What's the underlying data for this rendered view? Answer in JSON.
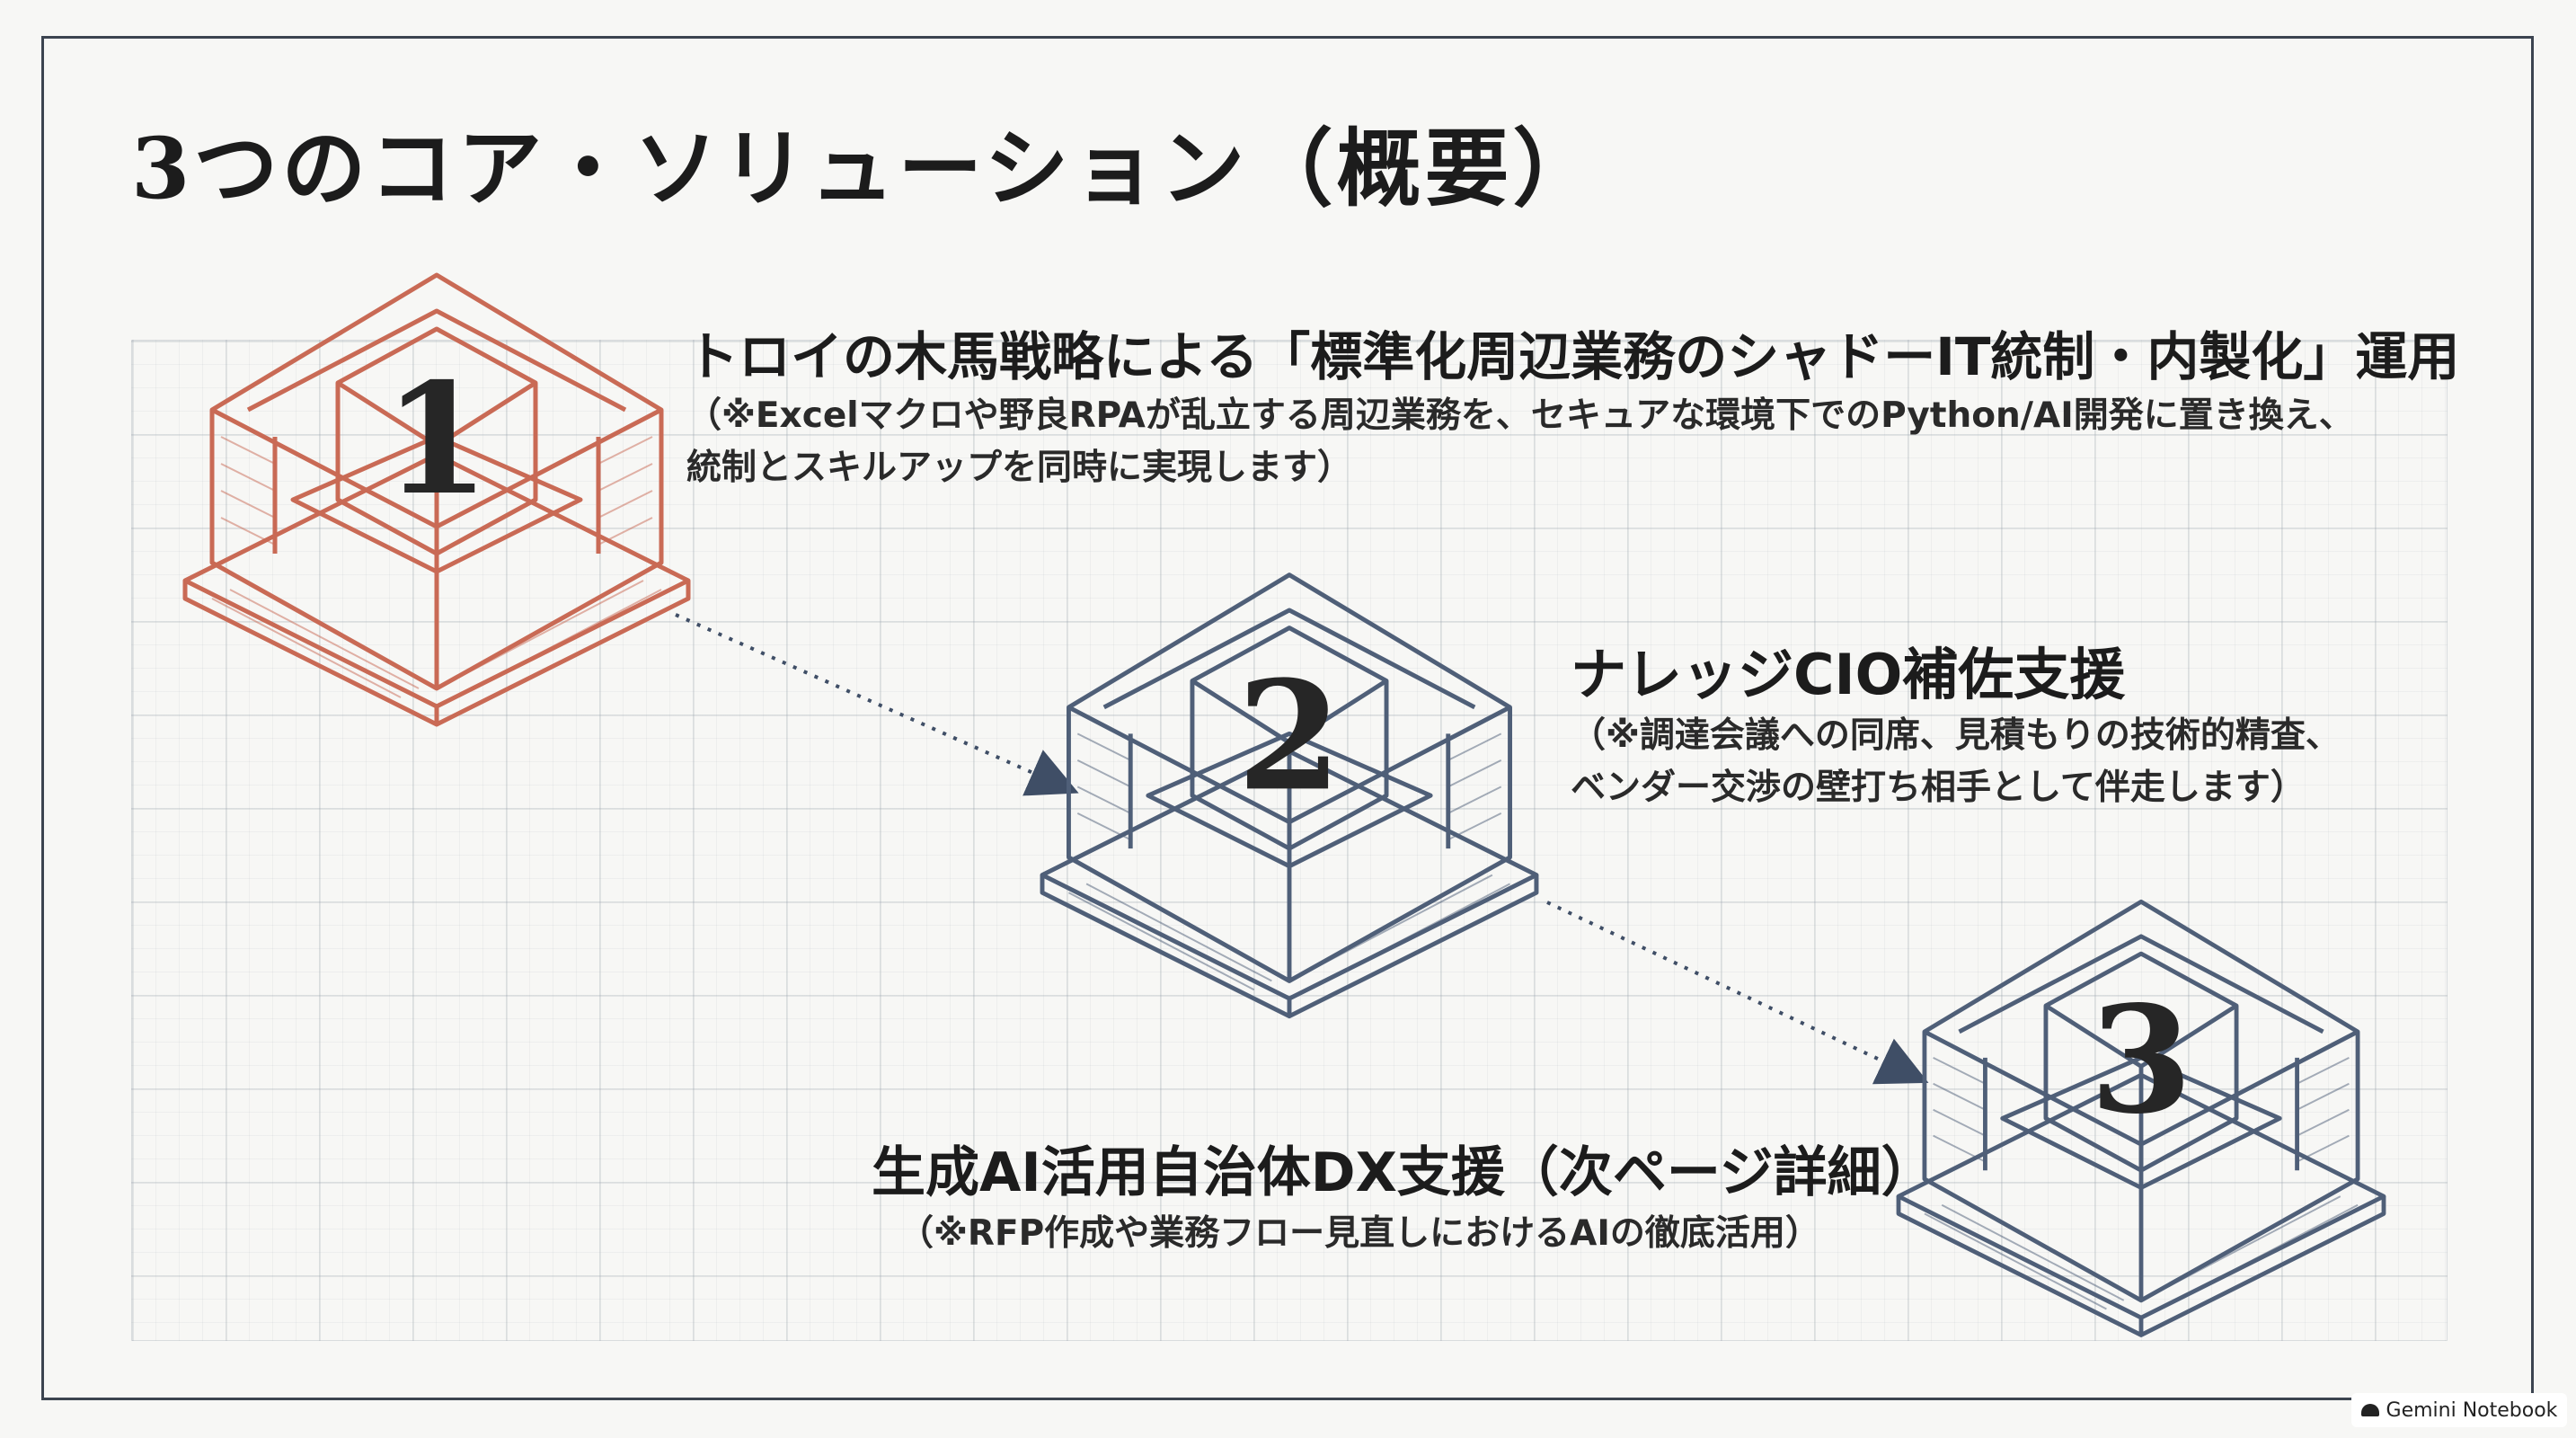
{
  "title": "3つのコア・ソリューション（概要）",
  "items": [
    {
      "number": "1",
      "heading": "トロイの木馬戦略による「標準化周辺業務のシャドーIT統制・内製化」運用",
      "desc": [
        "（※Excelマクロや野良RPAが乱立する周辺業務を、セキュアな環境下でのPython/AI開発に置き換え、",
        "統制とスキルアップを同時に実現します）"
      ],
      "color": "#c96a55"
    },
    {
      "number": "2",
      "heading": "ナレッジCIO補佐支援",
      "desc": [
        "（※調達会議への同席、見積もりの技術的精査、",
        "ベンダー交渉の壁打ち相手として伴走します）"
      ],
      "color": "#4f5f78"
    },
    {
      "number": "3",
      "heading": "生成AI活用自治体DX支援（次ページ詳細）",
      "desc": [
        "（※RFP作成や業務フロー見直しにおけるAIの徹底活用）"
      ],
      "color": "#4f5f78"
    }
  ],
  "badge": {
    "text": "Gemini Notebook",
    "icon": "gemini-logo-icon"
  }
}
